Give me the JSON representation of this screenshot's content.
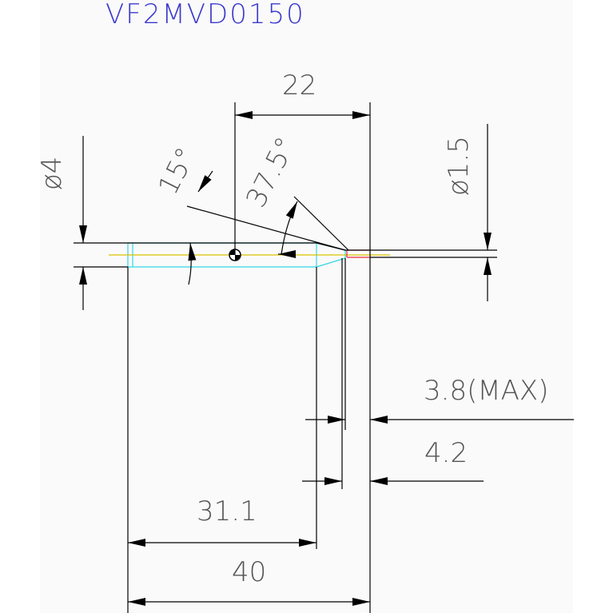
{
  "title": "VF2MVD0150",
  "dimensions": {
    "d_shank": "ø4",
    "d_tip": "ø1.5",
    "angle_15": "15°",
    "angle_37_5": "37.5°",
    "len_22": "22",
    "len_3_8": "3.8(MAX)",
    "len_4_2": "4.2",
    "len_31_1": "31.1",
    "len_40": "40"
  },
  "colors": {
    "background": "#ffffff",
    "line": "#000000",
    "title": "#3a3acc",
    "text": "#555555",
    "body_outline": "#33d6e6",
    "centerline": "#d9c200",
    "tip_red": "#e8283c",
    "backdrop": "#fafafa"
  }
}
